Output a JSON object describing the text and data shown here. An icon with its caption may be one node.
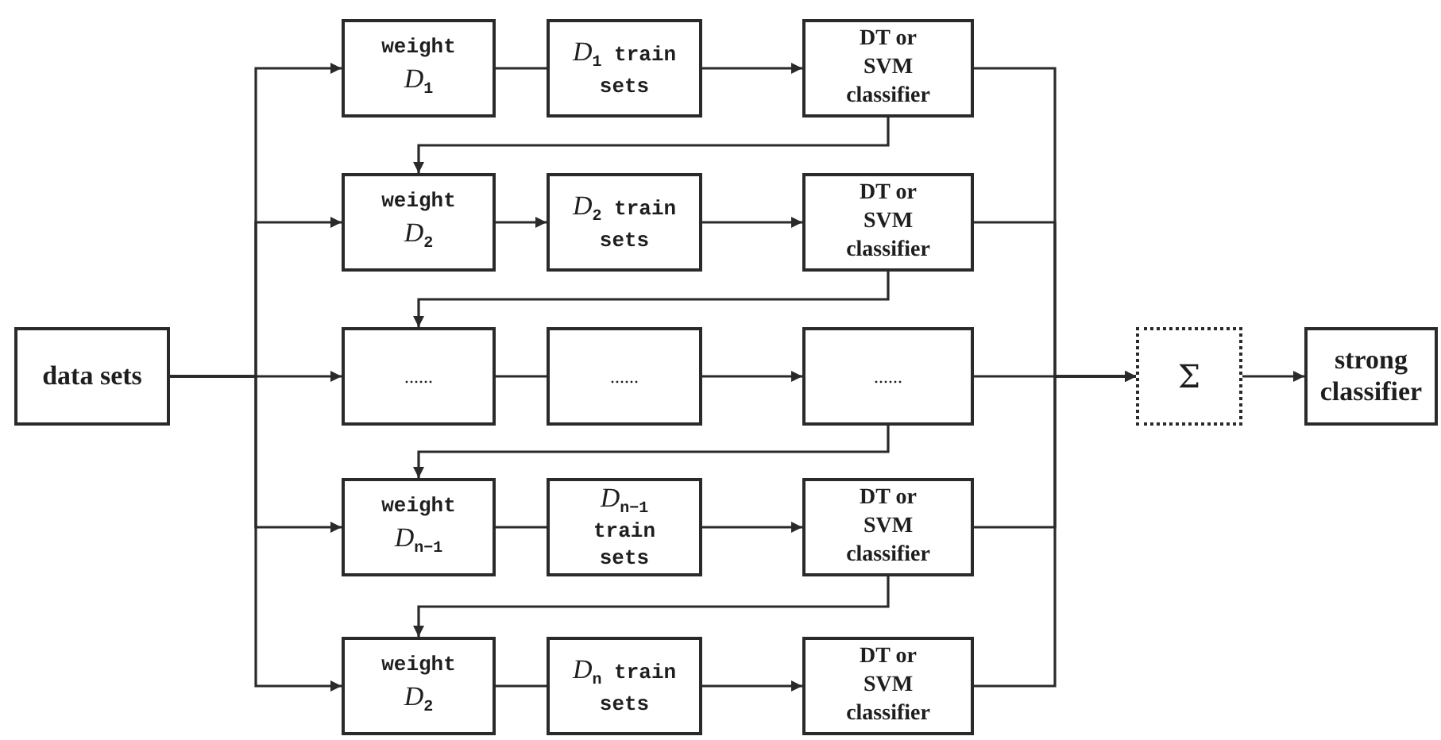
{
  "diagram": {
    "nodes": [
      {
        "text": [
          "data sets"
        ]
      },
      {
        "text": [
          "weight *D*$_{1}$"
        ]
      },
      {
        "text": [
          "*D*$_{1}$ train sets"
        ]
      },
      {
        "text": [
          "DT or SVM classifier"
        ]
      },
      {
        "text": [
          "weight *D*$_{2}$"
        ]
      },
      {
        "text": [
          "*D*$_{2}$ train sets"
        ]
      },
      {
        "text": [
          "DT or SVM classifier"
        ]
      },
      {
        "text": [
          "......"
        ]
      },
      {
        "text": [
          "......"
        ]
      },
      {
        "text": [
          "......"
        ]
      },
      {
        "text": [
          "weight *D*$_{n−1}$"
        ]
      },
      {
        "text": [
          "*D*$_{n−1}$ train sets"
        ]
      },
      {
        "text": [
          "DT or SVM classifier"
        ]
      },
      {
        "text": [
          "weight *D*$_{2}$"
        ]
      },
      {
        "text": [
          "*D*$_{n}$ train sets"
        ]
      },
      {
        "text": [
          "DT or SVM classifier"
        ]
      },
      {
        "text": [
          "Σ"
        ]
      },
      {
        "text": [
          "strong classifier"
        ]
      }
    ],
    "edges": [
      {
        "from": 0,
        "to": 1,
        "arrow": "to"
      },
      {
        "from": 0,
        "to": 4,
        "arrow": "to"
      },
      {
        "from": 0,
        "to": 7,
        "arrow": "to"
      },
      {
        "from": 0,
        "to": 10,
        "arrow": "to"
      },
      {
        "from": 0,
        "to": 13,
        "arrow": "to"
      },
      {
        "from": 1,
        "to": 2,
        "arrow": "none"
      },
      {
        "from": 2,
        "to": 3,
        "arrow": "to"
      },
      {
        "from": 3,
        "to": 4,
        "arrow": "to"
      },
      {
        "from": 4,
        "to": 5,
        "arrow": "to"
      },
      {
        "from": 5,
        "to": 6,
        "arrow": "to"
      },
      {
        "from": 6,
        "to": 7,
        "arrow": "to"
      },
      {
        "from": 7,
        "to": 8,
        "arrow": "none"
      },
      {
        "from": 8,
        "to": 9,
        "arrow": "to"
      },
      {
        "from": 9,
        "to": 10,
        "arrow": "to"
      },
      {
        "from": 10,
        "to": 11,
        "arrow": "none"
      },
      {
        "from": 11,
        "to": 12,
        "arrow": "to"
      },
      {
        "from": 12,
        "to": 13,
        "arrow": "to"
      },
      {
        "from": 13,
        "to": 14,
        "arrow": "none"
      },
      {
        "from": 14,
        "to": 15,
        "arrow": "to"
      },
      {
        "from": 3,
        "to": 16,
        "arrow": "to"
      },
      {
        "from": 6,
        "to": 16,
        "arrow": "to"
      },
      {
        "from": 9,
        "to": 16,
        "arrow": "to"
      },
      {
        "from": 12,
        "to": 16,
        "arrow": "to"
      },
      {
        "from": 15,
        "to": 16,
        "arrow": "to"
      },
      {
        "from": 16,
        "to": 17,
        "arrow": "to"
      }
    ]
  }
}
